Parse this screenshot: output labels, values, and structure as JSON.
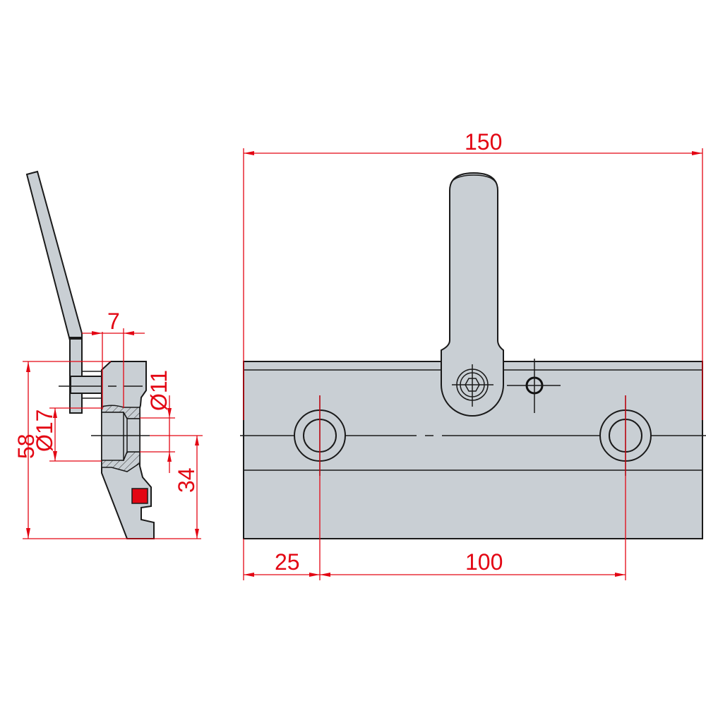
{
  "dimensions": {
    "total_length": "150",
    "hole_offset": "25",
    "hole_spacing": "100",
    "total_height": "58",
    "axis_height": "34",
    "lever_offset": "7",
    "bore_large": "Ø17",
    "bore_small": "Ø11"
  },
  "colors": {
    "dimension": "#e30613",
    "part": "#c9cfd4",
    "marker": "#e30613"
  }
}
